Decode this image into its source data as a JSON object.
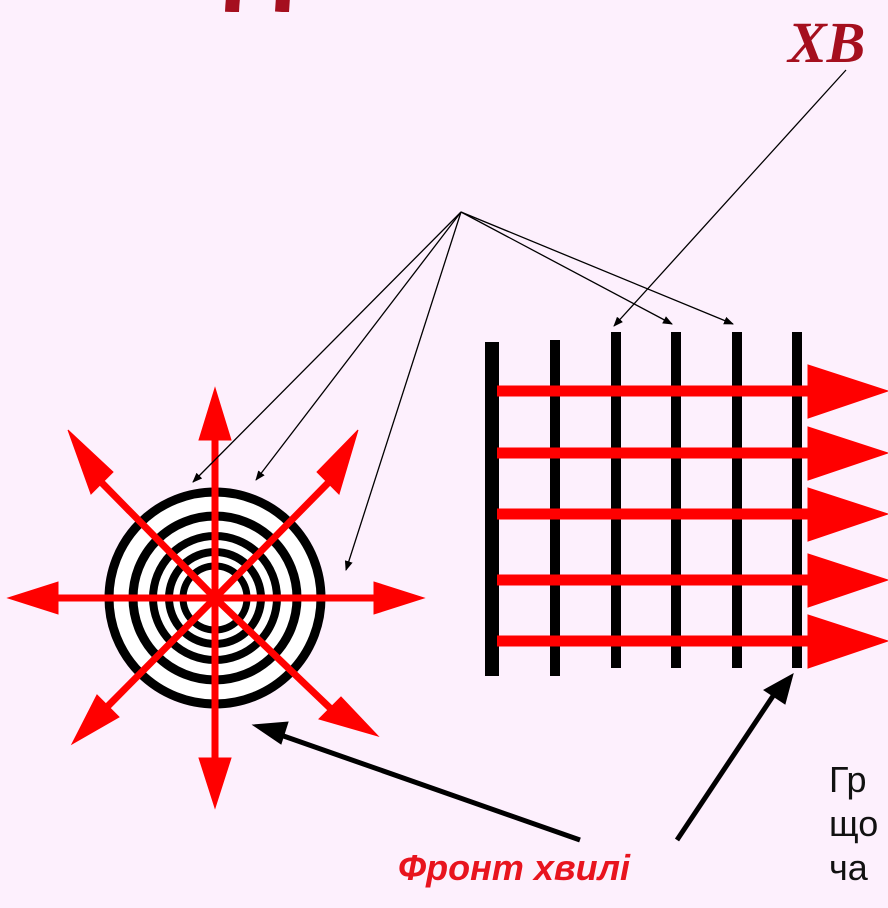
{
  "labels": {
    "top_word_fragment": "ХВ",
    "wave_front": "Фронт хвилі",
    "side_text_lines": [
      "Гр",
      "що",
      "ча"
    ]
  },
  "colors": {
    "background": "#fdf0fd",
    "arrow_red": "#ff0000",
    "label_red": "#e8141e",
    "dark_red": "#a50f1e",
    "line_black": "#000000"
  },
  "diagram": {
    "spherical_wave": {
      "rings": 5,
      "ray_directions": 8
    },
    "plane_wave": {
      "wavefront_lines": 6,
      "rays": 5
    }
  }
}
